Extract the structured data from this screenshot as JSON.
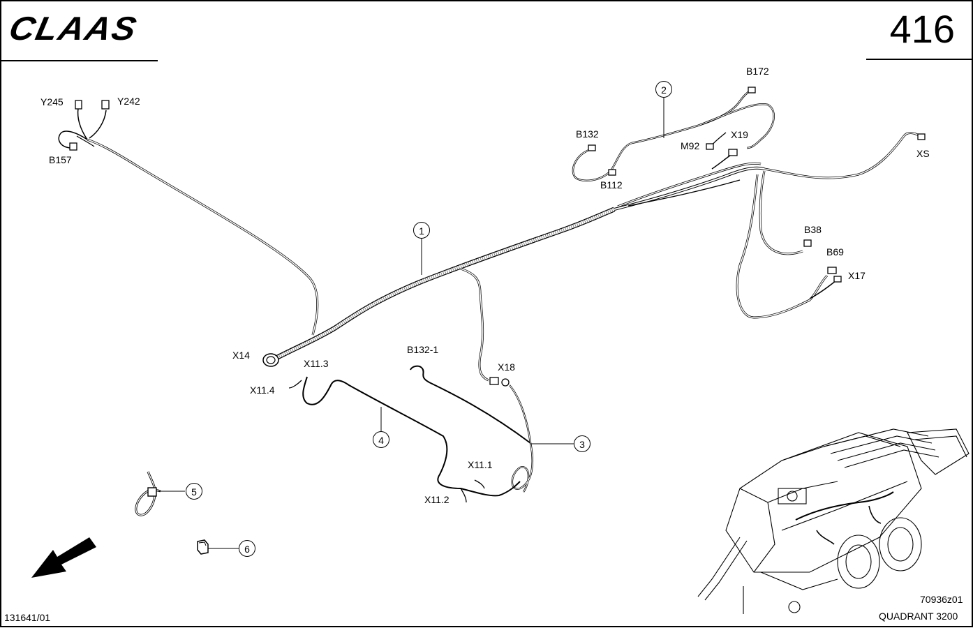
{
  "header": {
    "logo_text": "CLAAS",
    "page_number": "416"
  },
  "footer": {
    "left_code": "131641/01",
    "drawing_code": "70936z01",
    "model": "QUADRANT 3200"
  },
  "callouts": [
    "1",
    "2",
    "3",
    "4",
    "5",
    "6"
  ],
  "connector_labels": {
    "y245": "Y245",
    "y242": "Y242",
    "b157": "B157",
    "b172": "B172",
    "b132": "B132",
    "m92": "M92",
    "x19": "X19",
    "b112": "B112",
    "xs": "XS",
    "b38": "B38",
    "b69": "B69",
    "x17": "X17",
    "x14": "X14",
    "x11_3": "X11.3",
    "x11_4": "X11.4",
    "b132_1": "B132-1",
    "x18": "X18",
    "x11_1": "X11.1",
    "x11_2": "X11.2"
  },
  "icons": {
    "direction": "arrow-down-left-icon",
    "machine": "baler-machine-icon"
  }
}
